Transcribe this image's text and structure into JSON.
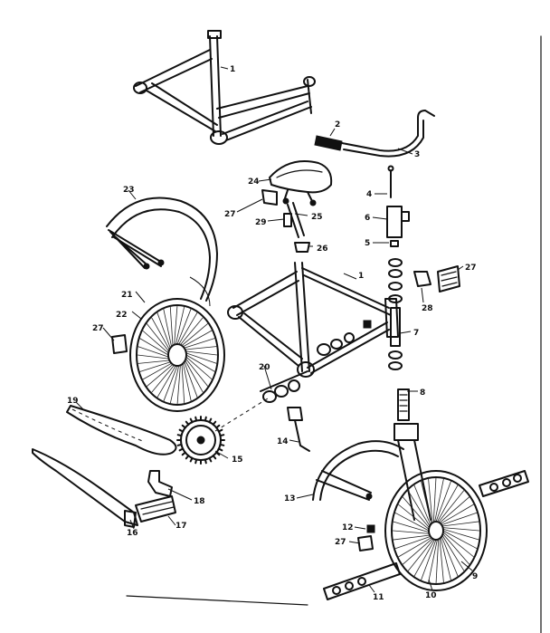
{
  "callouts": [
    {
      "id": "frame-top",
      "text": "1"
    },
    {
      "id": "frame-main",
      "text": "1"
    },
    {
      "id": "grip",
      "text": "2"
    },
    {
      "id": "handlebar",
      "text": "3"
    },
    {
      "id": "stem-bolt",
      "text": "4"
    },
    {
      "id": "headset-nut",
      "text": "5"
    },
    {
      "id": "stem",
      "text": "6"
    },
    {
      "id": "headset-set",
      "text": "7"
    },
    {
      "id": "fork",
      "text": "8"
    },
    {
      "id": "front-wheel",
      "text": "9"
    },
    {
      "id": "front-tire",
      "text": "10"
    },
    {
      "id": "front-axle-set",
      "text": "11"
    },
    {
      "id": "front-nut",
      "text": "12"
    },
    {
      "id": "front-fender",
      "text": "13"
    },
    {
      "id": "kickstand",
      "text": "14"
    },
    {
      "id": "sprocket",
      "text": "15"
    },
    {
      "id": "pedal-left",
      "text": "16"
    },
    {
      "id": "pedal-right",
      "text": "17"
    },
    {
      "id": "crank",
      "text": "18"
    },
    {
      "id": "chain",
      "text": "19"
    },
    {
      "id": "bottom-bracket-set",
      "text": "20"
    },
    {
      "id": "rear-wheel",
      "text": "21"
    },
    {
      "id": "rear-tire",
      "text": "22"
    },
    {
      "id": "rear-fender",
      "text": "23"
    },
    {
      "id": "saddle",
      "text": "24"
    },
    {
      "id": "seat-post",
      "text": "25"
    },
    {
      "id": "seat-clamp",
      "text": "26"
    },
    {
      "id": "reflector-upper-left",
      "text": "27"
    },
    {
      "id": "reflector-right",
      "text": "27"
    },
    {
      "id": "reflector-rear",
      "text": "27"
    },
    {
      "id": "reflector-front",
      "text": "27"
    },
    {
      "id": "reflector-bracket",
      "text": "28"
    },
    {
      "id": "seat-bracket",
      "text": "29"
    }
  ]
}
